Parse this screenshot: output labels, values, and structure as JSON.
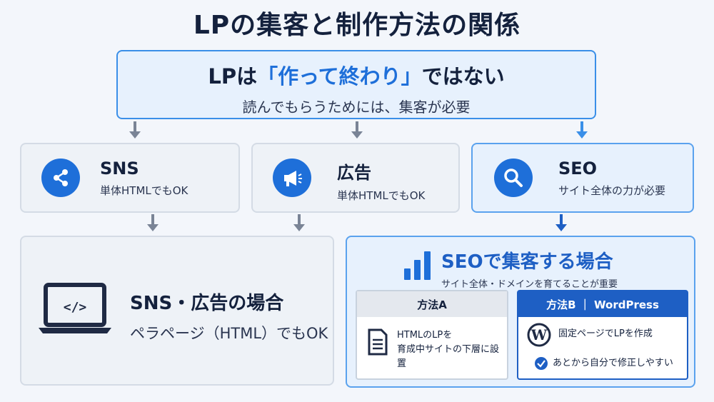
{
  "title": "LPの集客と制作方法の関係",
  "top": {
    "heading_prefix": "LPは",
    "heading_highlight": "「作って終わり」",
    "heading_suffix": "ではない",
    "subtitle": "読んでもらうためには、集客が必要"
  },
  "channels": [
    {
      "icon": "share-icon",
      "title": "SNS",
      "subtitle": "単体HTMLでもOK"
    },
    {
      "icon": "megaphone-icon",
      "title": "広告",
      "subtitle": "単体HTMLでもOK"
    },
    {
      "icon": "search-icon",
      "title": "SEO",
      "subtitle": "サイト全体の力が必要"
    }
  ],
  "sns_ads": {
    "icon": "laptop-code-icon",
    "title": "SNS・広告の場合",
    "subtitle": "ペラページ（HTML）でもOK"
  },
  "seo_case": {
    "icon": "bar-chart-icon",
    "title": "SEOで集客する場合",
    "subtitle": "サイト全体・ドメインを育てることが重要",
    "method_a": {
      "header": "方法A",
      "icon": "document-icon",
      "line1": "HTMLのLPを",
      "line2": "育成中サイトの下層に設置"
    },
    "method_b": {
      "header": "方法B ｜ WordPress",
      "icon": "wordpress-icon",
      "line1": "固定ページでLPを作成",
      "check_icon": "check-circle-icon",
      "line2": "あとから自分で修正しやすい"
    }
  },
  "colors": {
    "accent": "#1e6fd9",
    "accent_dark": "#1e5fc4",
    "text": "#14213d",
    "card_bg": "#eef2f7",
    "highlight_bg": "#e7f1fd"
  }
}
